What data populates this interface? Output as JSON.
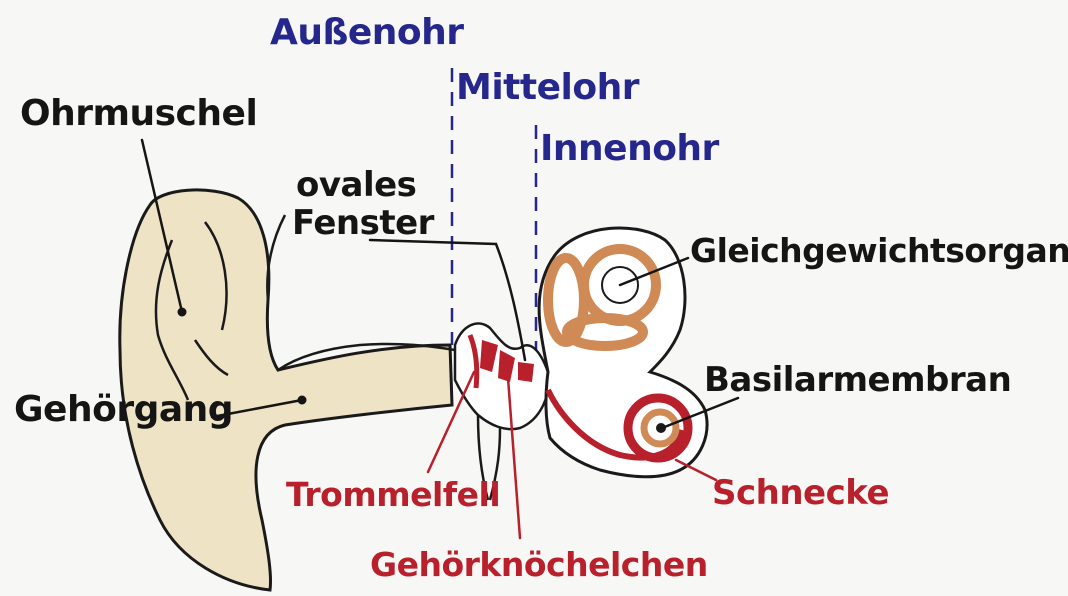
{
  "colors": {
    "ink": "#151515",
    "region_blue": "#25278c",
    "label_red": "#b8202c",
    "skin": "#efe3c6",
    "organ_orange": "#cf8a55",
    "organ_red": "#b8202c"
  },
  "regions": {
    "outer": "Außenohr",
    "middle": "Mittelohr",
    "inner": "Innenohr"
  },
  "labels": {
    "pinna": "Ohrmuschel",
    "oval_window_1": "ovales",
    "oval_window_2": "Fenster",
    "ear_canal": "Gehörgang",
    "vestibular": "Gleichgewichtsorgan",
    "basilar": "Basilarmembran",
    "eardrum": "Trommelfell",
    "ossicles": "Gehörknöchelchen",
    "cochlea": "Schnecke"
  }
}
